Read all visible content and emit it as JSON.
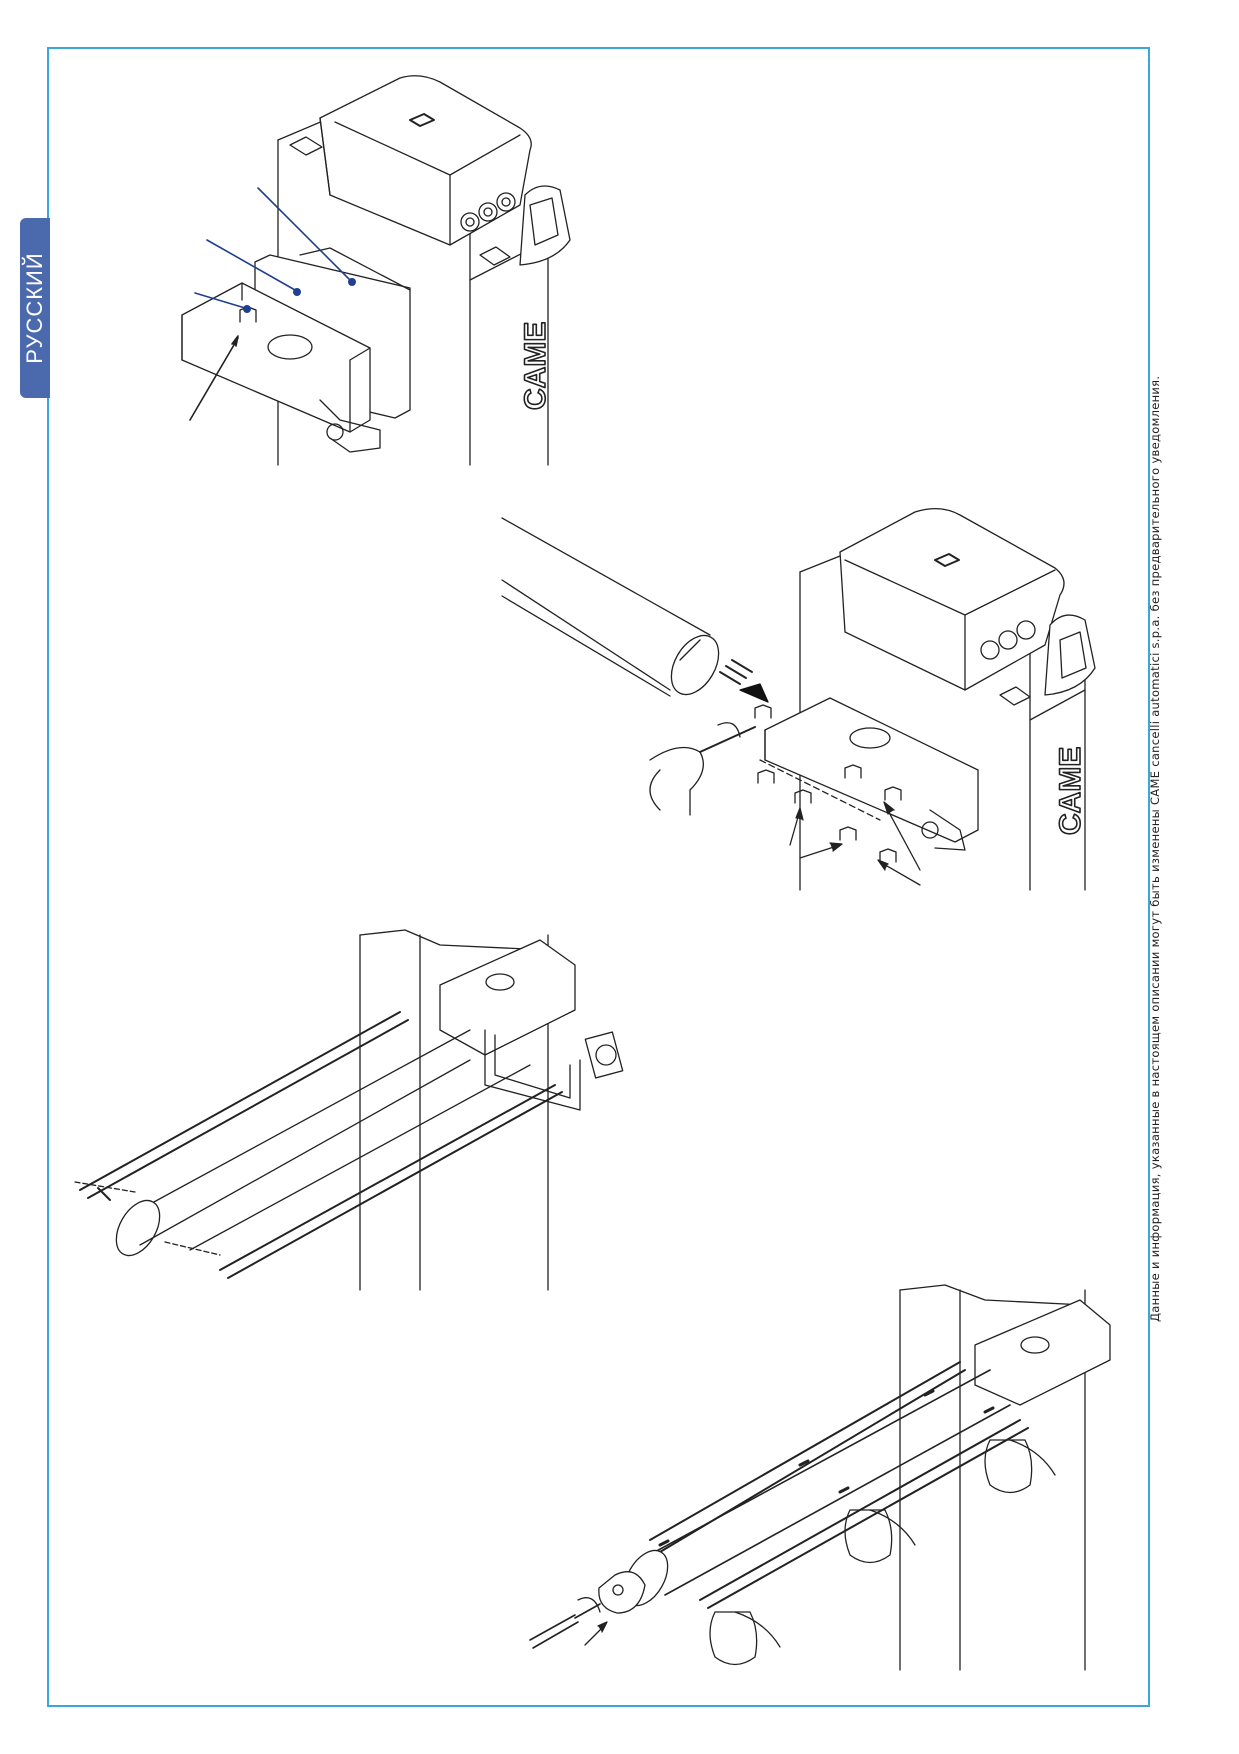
{
  "language_tab": "РУССКИЙ",
  "side_note": "Данные и информация, указанные в настоящем описании могут быть изменены CAME cancelli automatici s.p.a. без предварительного уведомления.",
  "brand_mark": "CAME",
  "colors": {
    "frame_border": "#3aa7d6",
    "tab_background": "#4b6aae",
    "leader_dots": "#1f3f8f",
    "line_art": "#222222"
  }
}
